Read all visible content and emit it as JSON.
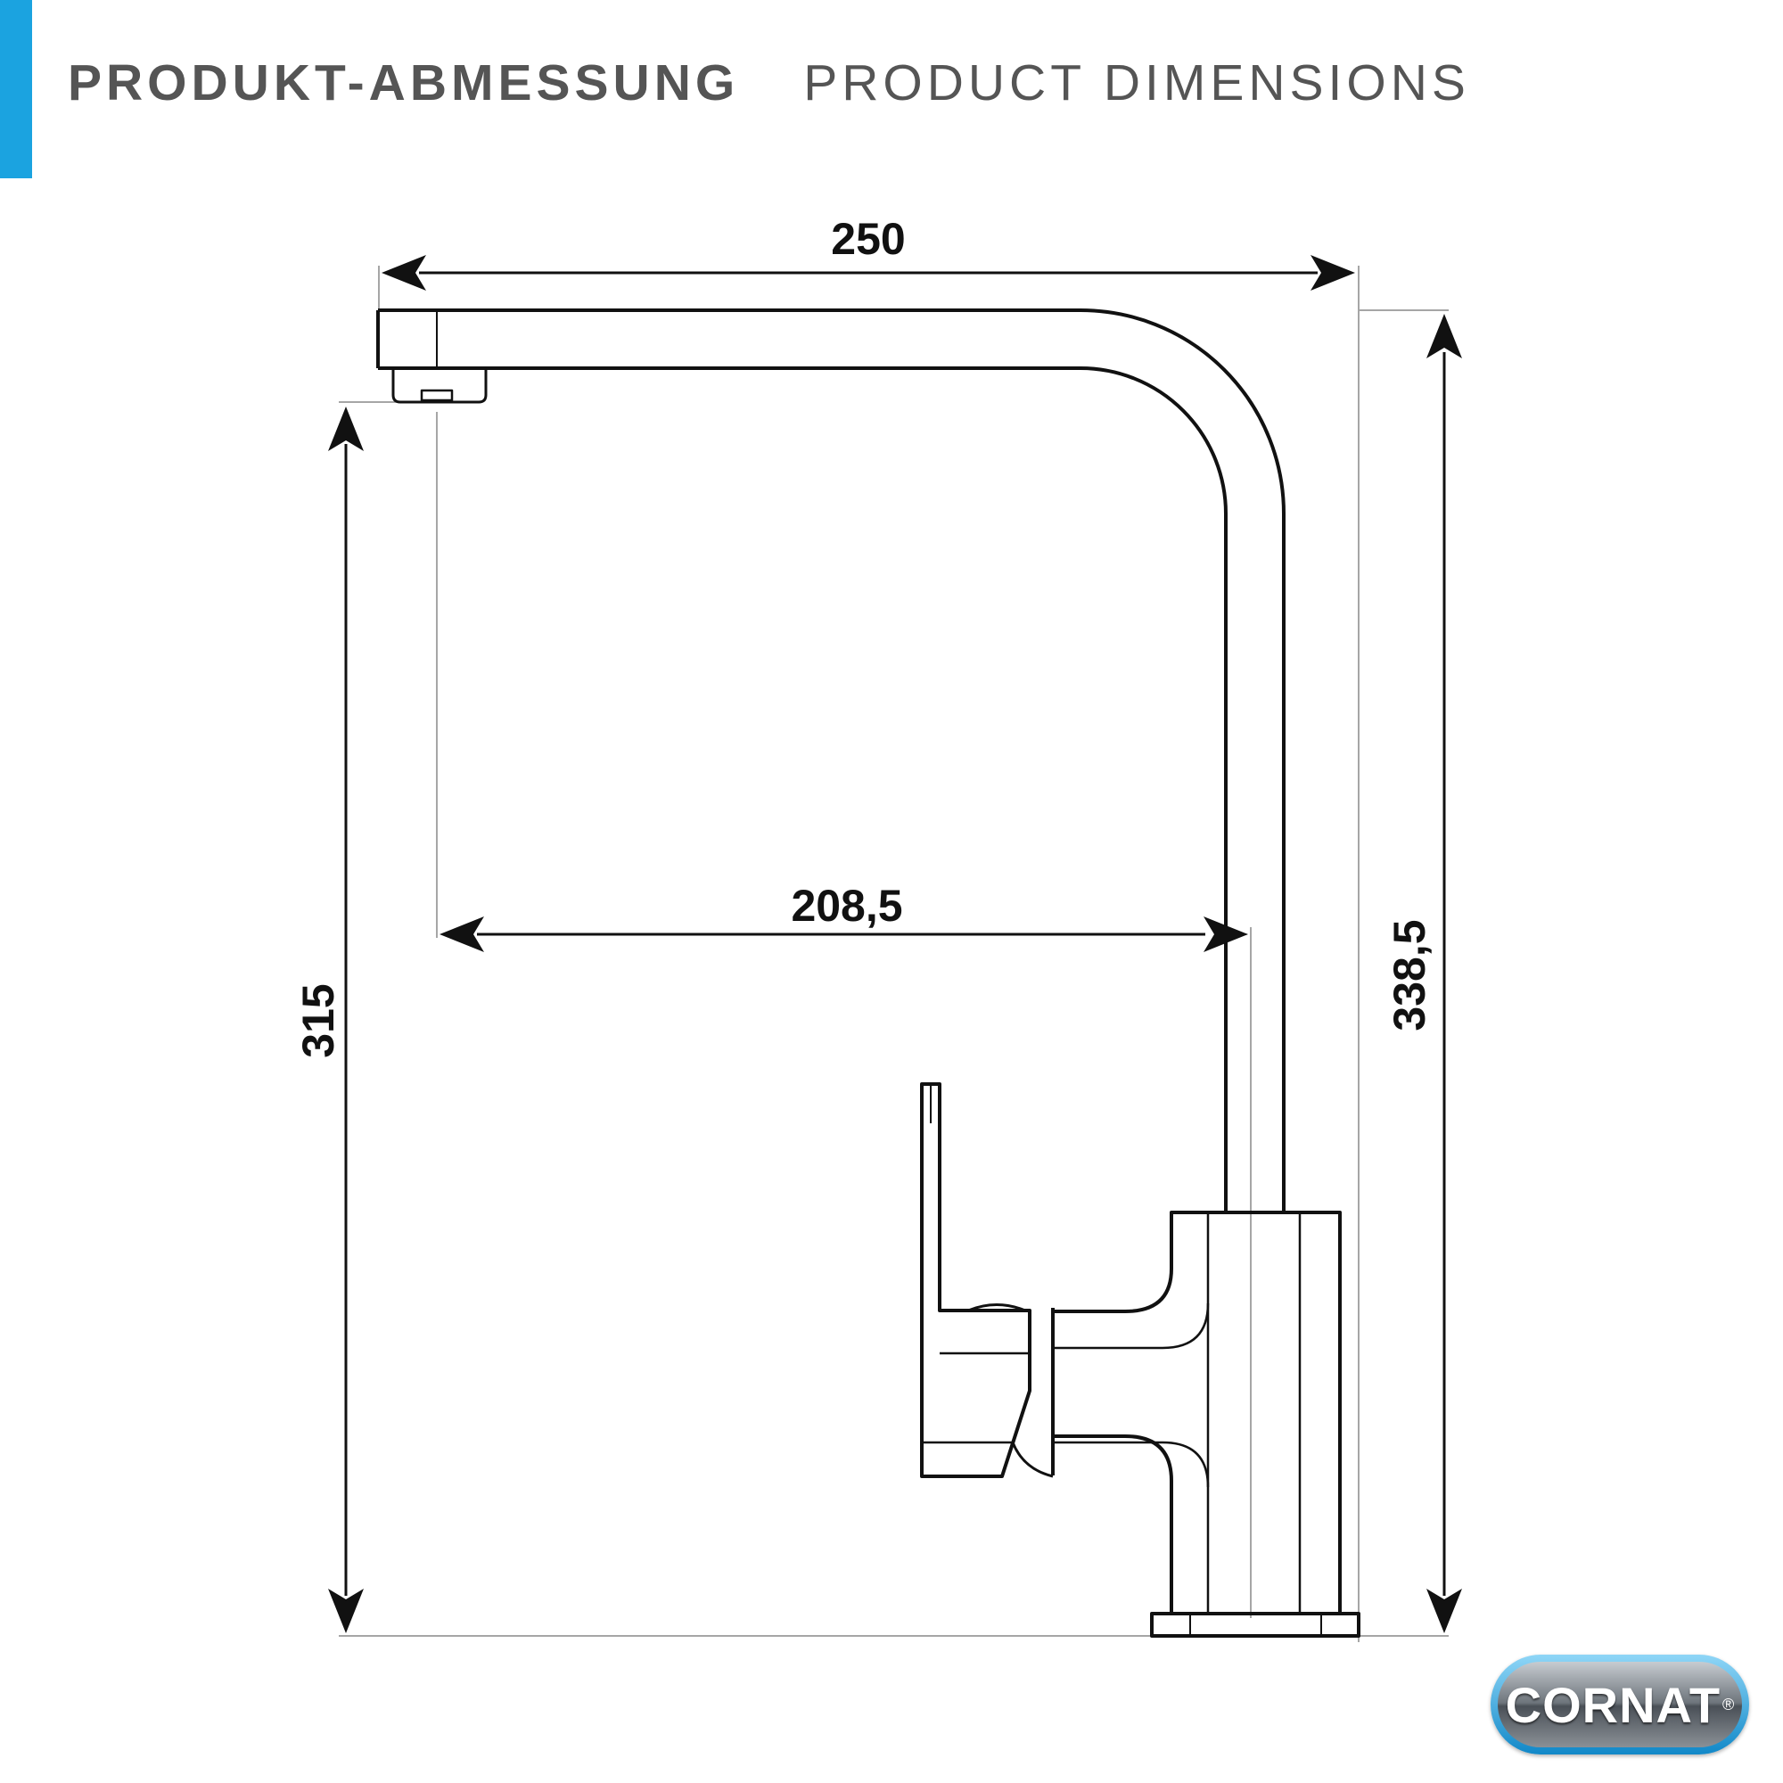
{
  "header": {
    "title_de": "PRODUKT-ABMESSUNG",
    "title_en": "PRODUCT DIMENSIONS"
  },
  "dimensions": {
    "total_width": "250",
    "spout_reach": "208,5",
    "spout_height": "315",
    "total_height": "338,5"
  },
  "logo": {
    "text": "CORNAT",
    "registered": "®"
  },
  "colors": {
    "accent": "#1ba3e0",
    "heading": "#555555",
    "lines": "#111111"
  }
}
